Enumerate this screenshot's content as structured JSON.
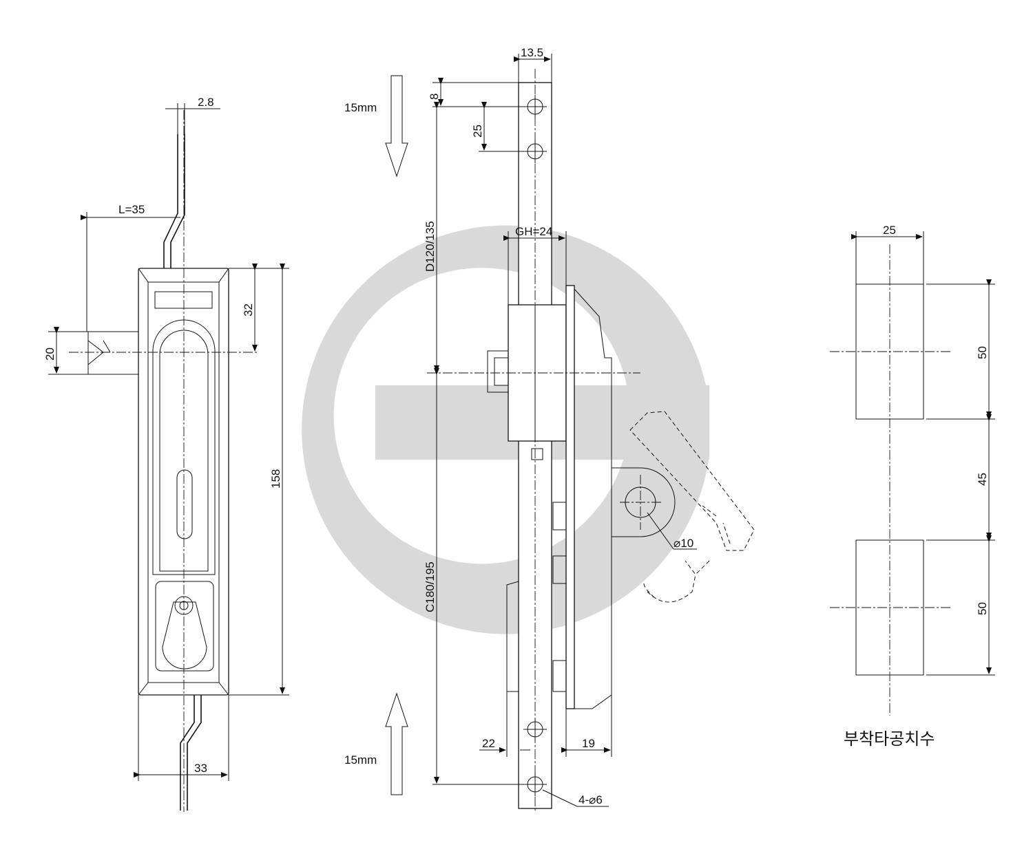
{
  "drawing": {
    "front_view": {
      "rod_thickness": "2.8",
      "lever_length": "L=35",
      "handle_offset": "32",
      "handle_width": "20",
      "overall_height": "158",
      "overall_width": "33"
    },
    "side_view": {
      "rod_width": "13.5",
      "top_hole_offset": "8",
      "hole_pitch": "25",
      "travel_top": "15mm",
      "travel_bottom": "15mm",
      "rod_length_upper": "D120/135",
      "rod_length_lower": "C180/195",
      "grip_height": "GH=24",
      "pin_diameter": "⌀10",
      "left_depth": "22",
      "right_depth": "19",
      "mount_holes": "4-⌀6"
    },
    "cutout_view": {
      "width": "25",
      "upper_height": "50",
      "gap": "45",
      "lower_height": "50",
      "caption": "부착타공치수"
    }
  },
  "colors": {
    "line": "#111111",
    "watermark": "#d9d9d9",
    "background": "#ffffff"
  }
}
